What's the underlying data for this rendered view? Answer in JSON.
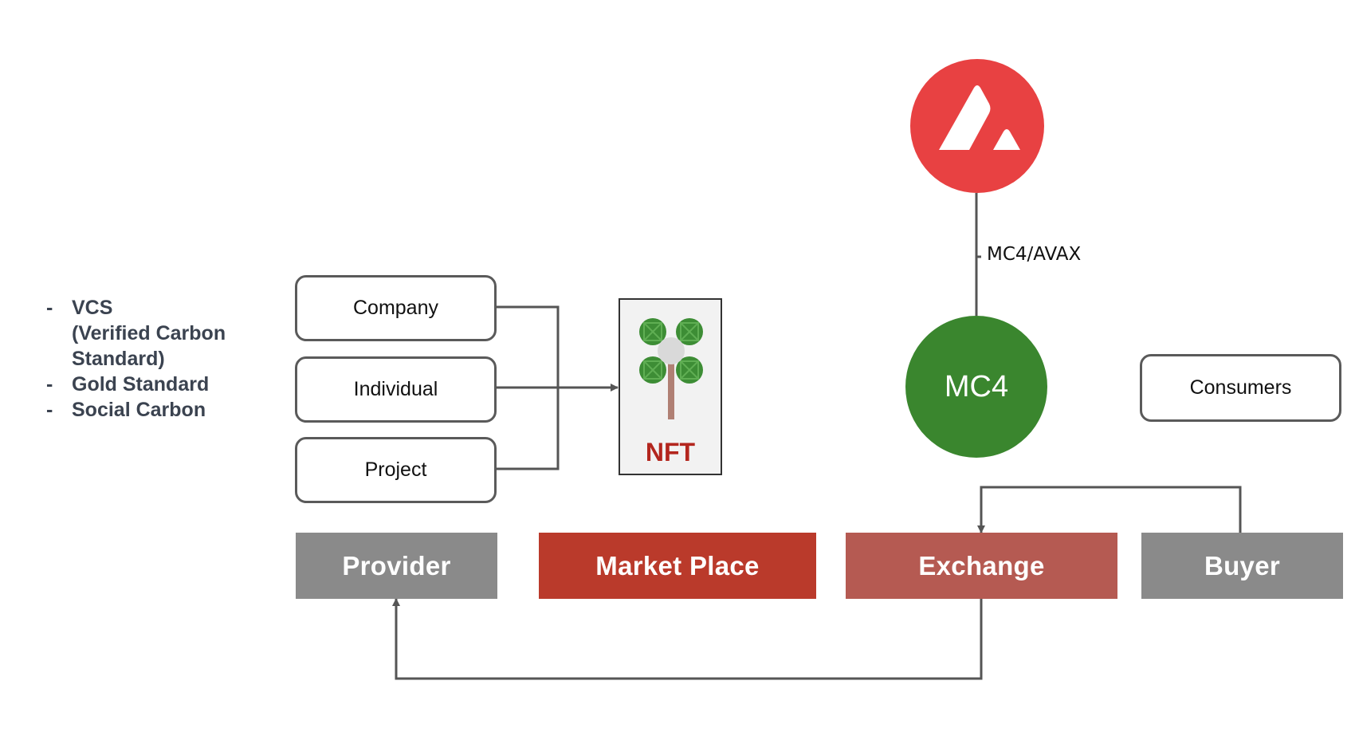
{
  "standards": [
    "VCS\n(Verified Carbon\nStandard)",
    "Gold Standard",
    "Social Carbon"
  ],
  "standards_bullet": "-",
  "sources": [
    "Company",
    "Individual",
    "Project"
  ],
  "nft": {
    "label": "NFT"
  },
  "token": {
    "logo": "avalanche-logo",
    "pair_label": "MC4/AVAX",
    "name": "MC4"
  },
  "consumers": "Consumers",
  "roles": {
    "provider": "Provider",
    "market_place": "Market Place",
    "exchange": "Exchange",
    "buyer": "Buyer"
  },
  "colors": {
    "provider": "#8a8a8a",
    "market_place": "#ba3a2b",
    "exchange": "#b55a52",
    "buyer": "#8a8a8a",
    "avax_red": "#e84142",
    "mc4_green": "#3a862e",
    "leaf_green": "#3d8d35",
    "nft_red": "#b3261e"
  }
}
